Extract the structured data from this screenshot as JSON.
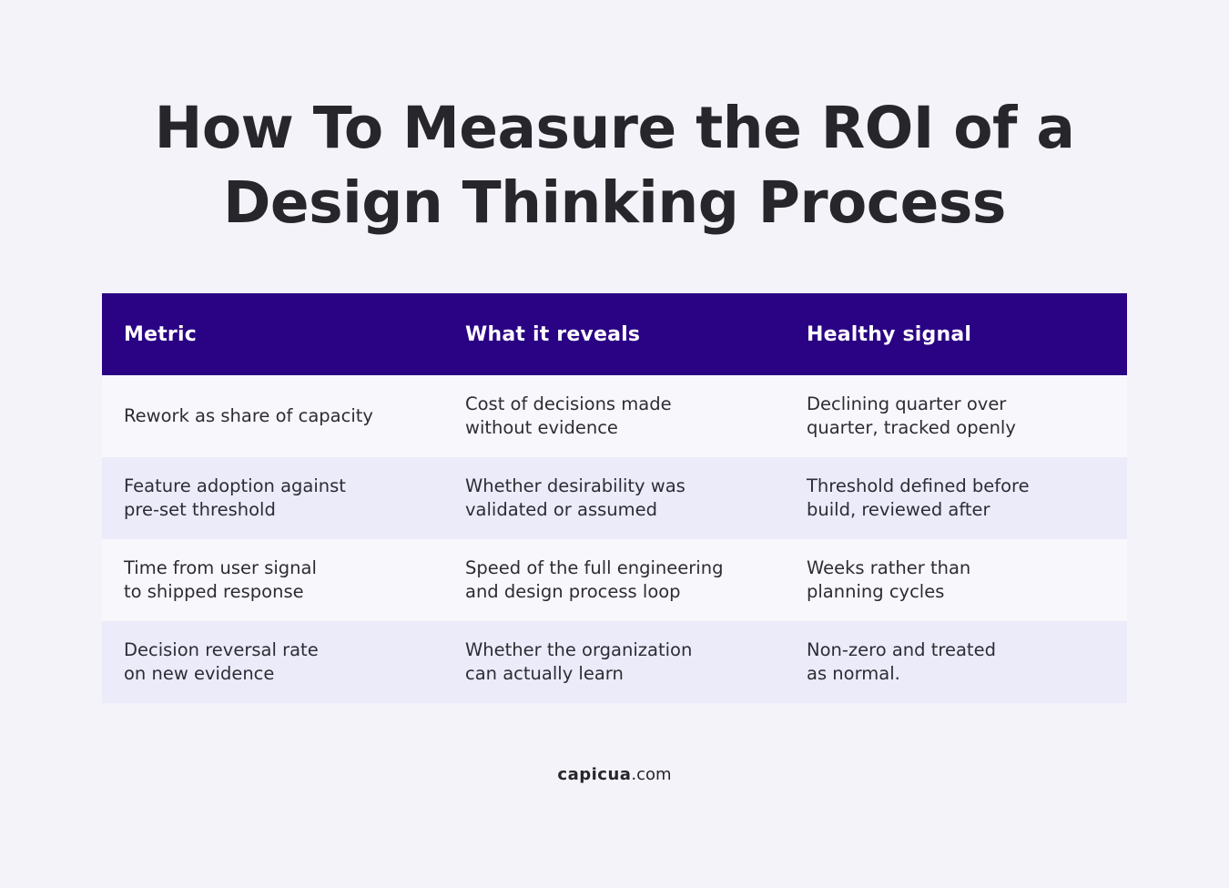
{
  "title": {
    "line1": "How To Measure the ROI of a",
    "line2": "Design Thinking Process"
  },
  "table": {
    "headers": [
      "Metric",
      "What it reveals",
      "Healthy signal"
    ],
    "rows": [
      [
        "Rework as share of capacity",
        "Cost of decisions made\nwithout evidence",
        "Declining quarter over\nquarter, tracked openly"
      ],
      [
        "Feature adoption against\npre-set threshold",
        "Whether desirability was\nvalidated or assumed",
        "Threshold defined before\nbuild, reviewed after"
      ],
      [
        "Time from user signal\nto shipped response",
        "Speed of the full engineering\nand design process loop",
        "Weeks rather than\nplanning cycles"
      ],
      [
        "Decision reversal rate\non new evidence",
        "Whether the organization\ncan actually learn",
        "Non-zero and treated\nas normal."
      ]
    ]
  },
  "footer": {
    "brand": "capicua",
    "tld": ".com"
  },
  "colors": {
    "header_bg": "#2a0284",
    "page_bg": "#f4f3fa",
    "row_light": "#f8f8fc",
    "row_tint": "#ecebf9"
  }
}
